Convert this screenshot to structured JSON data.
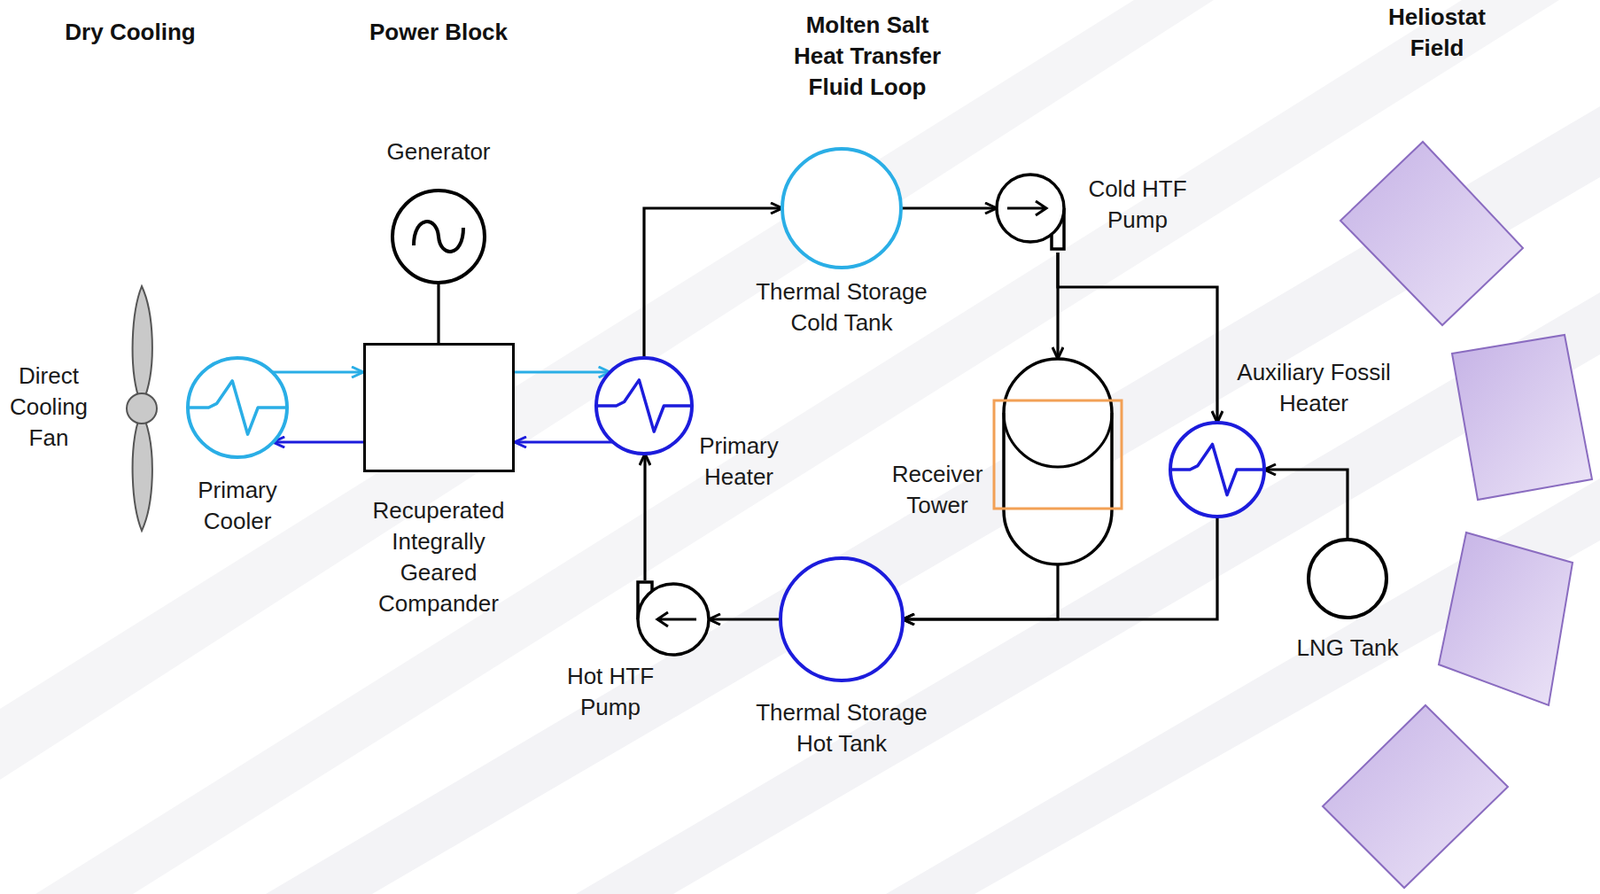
{
  "diagram": {
    "nodes": [
      {
        "text": [
          "Direct Cooling Fan"
        ]
      },
      {
        "text": [
          "Primary Cooler"
        ]
      },
      {
        "text": [
          "Generator"
        ]
      },
      {
        "text": [
          "Recuperated Integrally Geared Compander"
        ]
      },
      {
        "text": [
          "Primary Heater"
        ]
      },
      {
        "text": [
          "Thermal Storage Cold Tank"
        ]
      },
      {
        "text": [
          "Cold HTF Pump"
        ]
      },
      {
        "text": [
          "Receiver Tower"
        ]
      },
      {
        "text": [
          "Auxiliary Fossil Heater"
        ]
      },
      {
        "text": [
          "LNG Tank"
        ]
      },
      {
        "text": [
          "Thermal Storage Hot Tank"
        ]
      },
      {
        "text": [
          "Hot HTF Pump"
        ]
      }
    ],
    "edges": [
      {
        "from": 1,
        "to": 3,
        "arrow": "to"
      },
      {
        "from": 3,
        "to": 1,
        "arrow": "to"
      },
      {
        "from": 3,
        "to": 4,
        "arrow": "to"
      },
      {
        "from": 4,
        "to": 3,
        "arrow": "to"
      },
      {
        "from": 2,
        "to": 3,
        "arrow": "none"
      },
      {
        "from": 4,
        "to": 5,
        "arrow": "to"
      },
      {
        "from": 5,
        "to": 6,
        "arrow": "to"
      },
      {
        "from": 6,
        "to": 7,
        "arrow": "to"
      },
      {
        "from": 6,
        "to": 8,
        "arrow": "to"
      },
      {
        "from": 9,
        "to": 8,
        "arrow": "to"
      },
      {
        "from": 7,
        "to": 10,
        "arrow": "to"
      },
      {
        "from": 8,
        "to": 10,
        "arrow": "to"
      },
      {
        "from": 10,
        "to": 11,
        "arrow": "to"
      },
      {
        "from": 11,
        "to": 4,
        "arrow": "to"
      }
    ],
    "labels": [
      "Dry Cooling",
      "Power Block",
      "Molten Salt Heat Transfer Fluid Loop",
      "Heliostat Field"
    ]
  }
}
